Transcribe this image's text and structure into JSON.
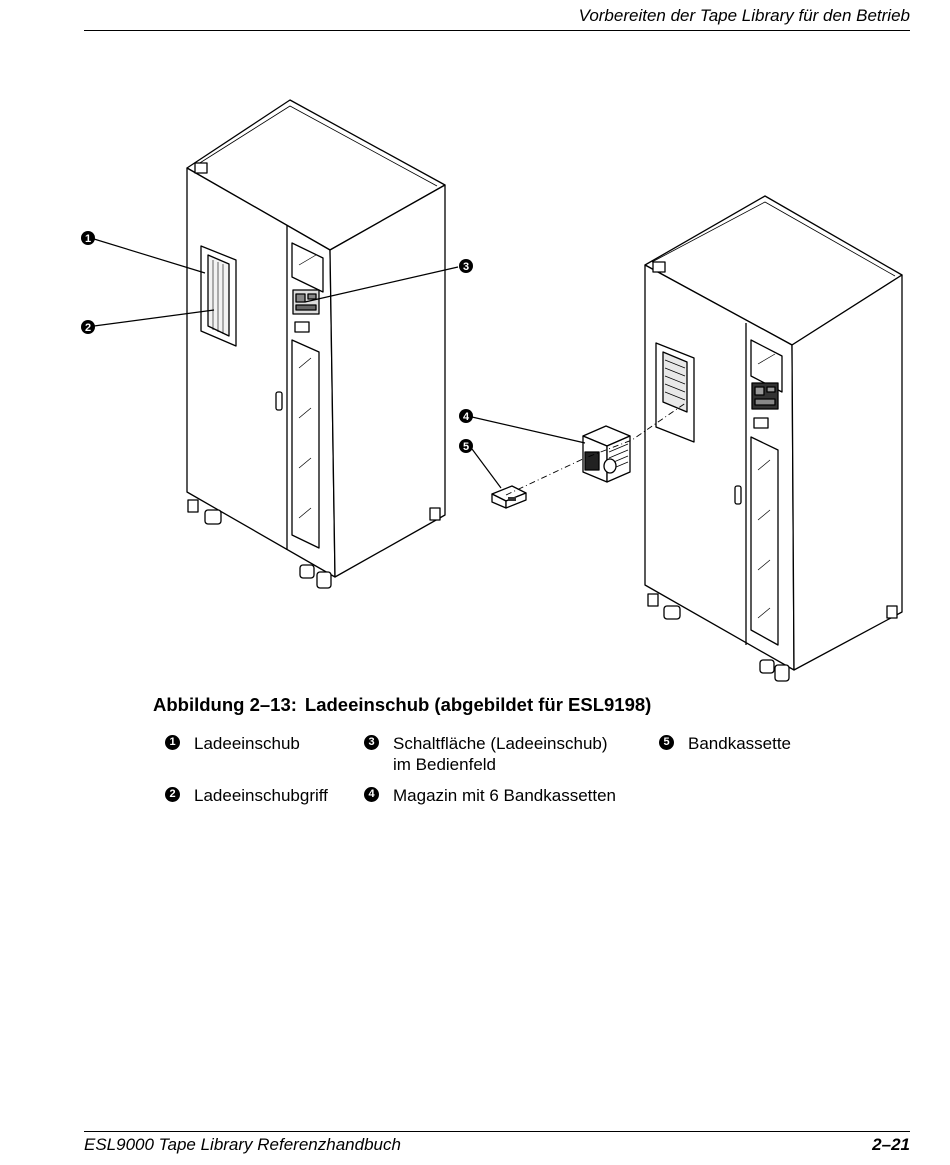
{
  "header": {
    "title": "Vorbereiten der Tape Library für den Betrieb"
  },
  "figure": {
    "callouts": [
      {
        "marker": "1"
      },
      {
        "marker": "2"
      },
      {
        "marker": "3"
      },
      {
        "marker": "4"
      },
      {
        "marker": "5"
      }
    ],
    "caption_number": "Abbildung 2–13:",
    "caption_text": "Ladeeinschub (abgebildet für ESL9198)"
  },
  "legend": [
    {
      "marker": "1",
      "text": "Ladeeinschub"
    },
    {
      "marker": "3",
      "text": "Schaltfläche (Ladeeinschub)\nim Bedienfeld"
    },
    {
      "marker": "5",
      "text": "Bandkassette"
    },
    {
      "marker": "2",
      "text": "Ladeeinschubgriff"
    },
    {
      "marker": "4",
      "text": "Magazin mit 6 Bandkassetten"
    }
  ],
  "footer": {
    "title": "ESL9000 Tape Library Referenzhandbuch",
    "page": "2–21"
  }
}
